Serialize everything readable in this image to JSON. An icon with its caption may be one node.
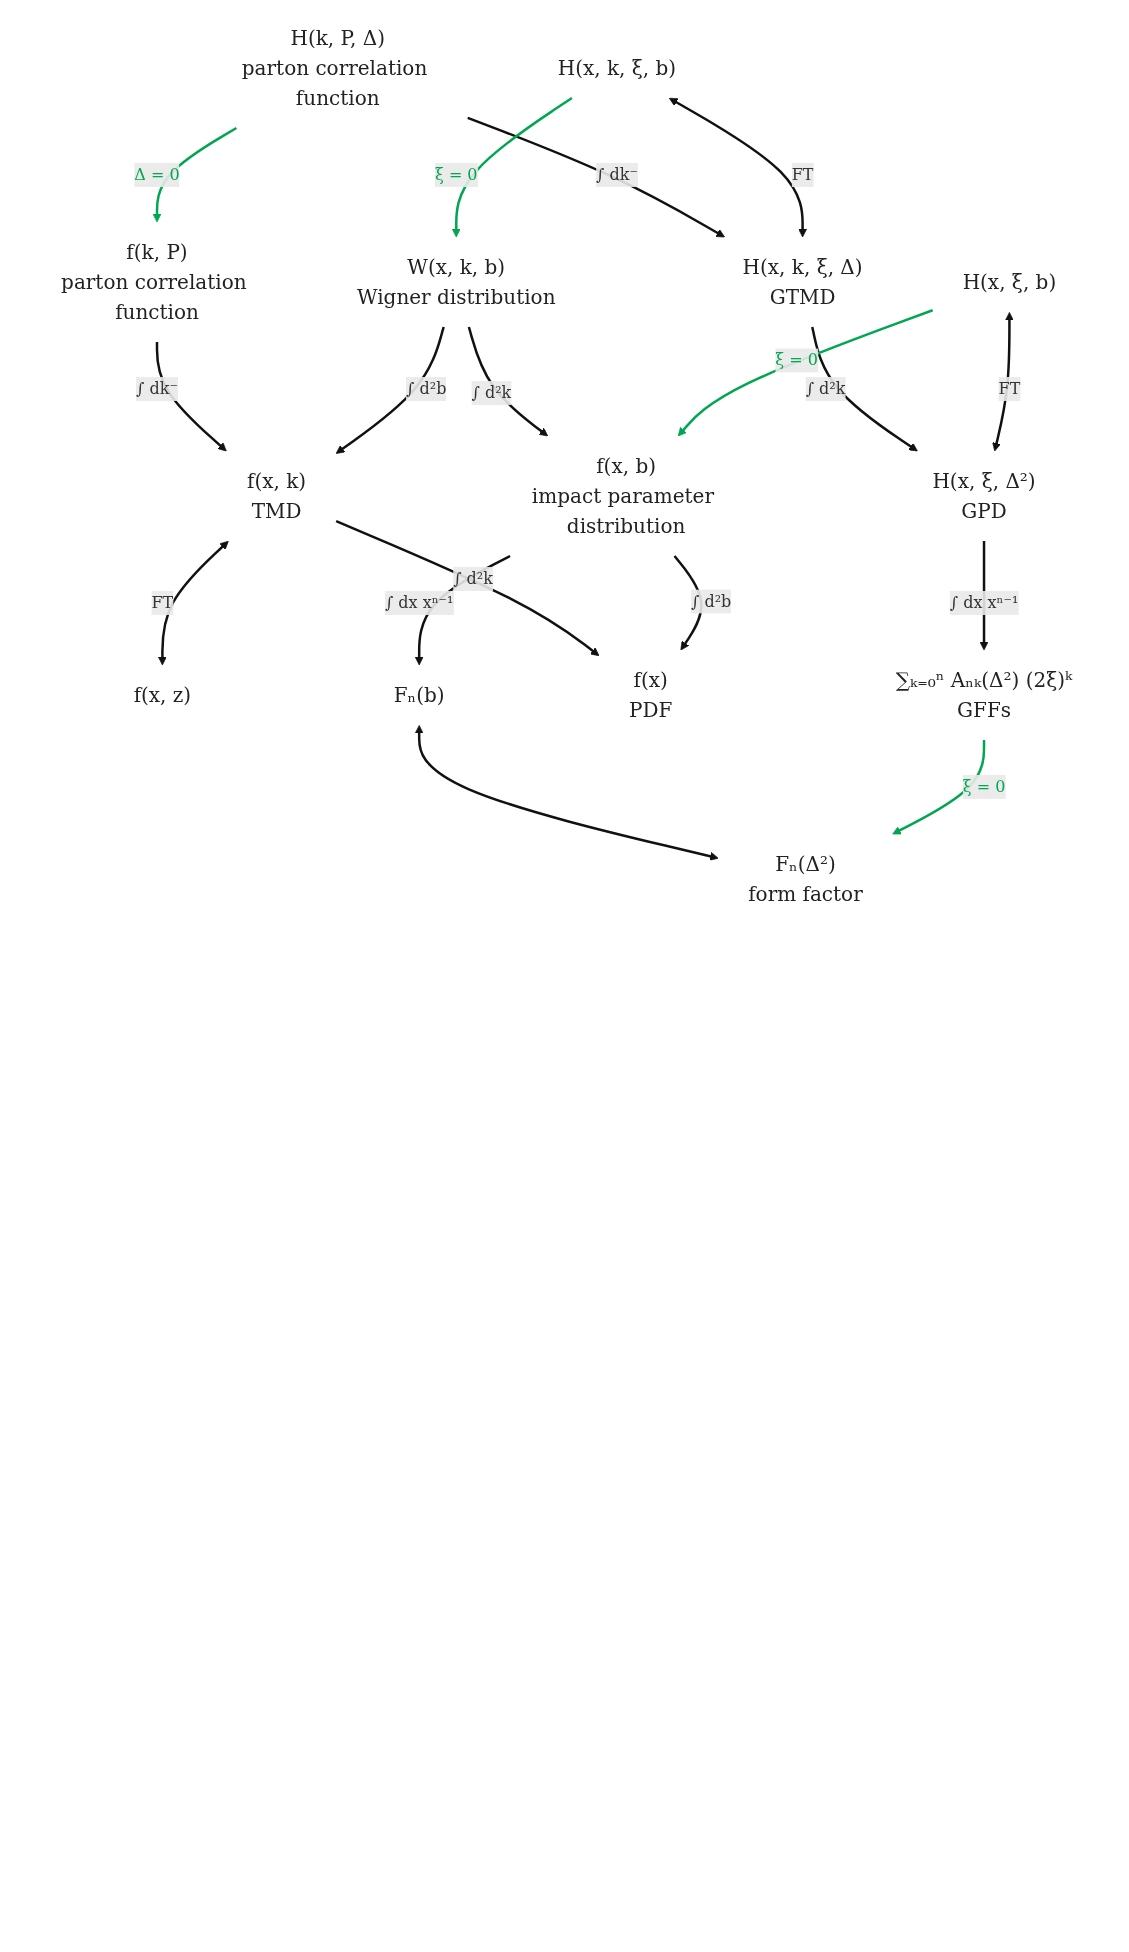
{
  "diagram": {
    "nodes": [
      {
        "text": [
          "H(k, P, Δ)"
        ],
        "beside": [
          "parton correlation function"
        ]
      },
      {
        "text": [
          "f(k, P)"
        ],
        "beside": [
          "parton correlation function"
        ]
      },
      {
        "text": [
          "H(x, k, ξ, Δ)"
        ],
        "beside": [
          "GTMD"
        ]
      },
      {
        "text": [
          "H(x, k, ξ, b)"
        ]
      },
      {
        "text": [
          "W(x, k, b)"
        ],
        "beside": [
          "Wigner distribution"
        ]
      },
      {
        "text": [
          "H(x, ξ, Δ²)"
        ],
        "beside": [
          "GPD"
        ]
      },
      {
        "text": [
          "H(x, ξ, b)"
        ]
      },
      {
        "text": [
          "f(x, k)"
        ],
        "beside": [
          "TMD"
        ]
      },
      {
        "text": [
          "f(x, z)"
        ]
      },
      {
        "text": [
          "f(x, b)"
        ],
        "beside": [
          "impact parameter distribution"
        ]
      },
      {
        "text": [
          "∑ₖ₌₀ⁿ Aₙₖ(Δ²) (2ξ)ᵏ"
        ],
        "beside": [
          "GFFs"
        ]
      },
      {
        "text": [
          "Fₙ(Δ²)"
        ],
        "beside": [
          "form factor"
        ]
      },
      {
        "text": [
          "f(x)"
        ],
        "beside": [
          "PDF"
        ]
      },
      {
        "text": [
          "Fₙ(b)"
        ]
      }
    ],
    "edges": [
      {
        "from": 0,
        "to": 1,
        "arrow": "to",
        "label": "Δ = 0",
        "color": "#00a651"
      },
      {
        "from": 0,
        "to": 2,
        "arrow": "to",
        "label": "∫ dk⁻"
      },
      {
        "from": 1,
        "to": 7,
        "arrow": "to",
        "label": "∫ dk⁻"
      },
      {
        "from": 3,
        "to": 2,
        "arrow": "both",
        "label": "FT"
      },
      {
        "from": 3,
        "to": 4,
        "arrow": "to",
        "label": "ξ = 0",
        "color": "#00a651"
      },
      {
        "from": 2,
        "to": 5,
        "arrow": "to",
        "label": "∫ d²k"
      },
      {
        "from": 4,
        "to": 7,
        "arrow": "to",
        "label": "∫ d²b"
      },
      {
        "from": 4,
        "to": 9,
        "arrow": "to",
        "label": "∫ d²k"
      },
      {
        "from": 6,
        "to": 5,
        "arrow": "both",
        "label": "FT"
      },
      {
        "from": 6,
        "to": 9,
        "arrow": "to",
        "label": "ξ = 0",
        "color": "#00a651"
      },
      {
        "from": 5,
        "to": 10,
        "arrow": "to",
        "label": "∫ dx xⁿ⁻¹"
      },
      {
        "from": 7,
        "to": 8,
        "arrow": "both",
        "label": "FT"
      },
      {
        "from": 7,
        "to": 12,
        "arrow": "to",
        "label": "∫ d²k"
      },
      {
        "from": 9,
        "to": 12,
        "arrow": "to",
        "label": "∫ d²b"
      },
      {
        "from": 9,
        "to": 13,
        "arrow": "to",
        "label": "∫ dx xⁿ⁻¹"
      },
      {
        "from": 13,
        "to": 11,
        "arrow": "both"
      },
      {
        "from": 10,
        "to": 11,
        "arrow": "to",
        "label": "ξ = 0",
        "color": "#00a651"
      }
    ]
  }
}
